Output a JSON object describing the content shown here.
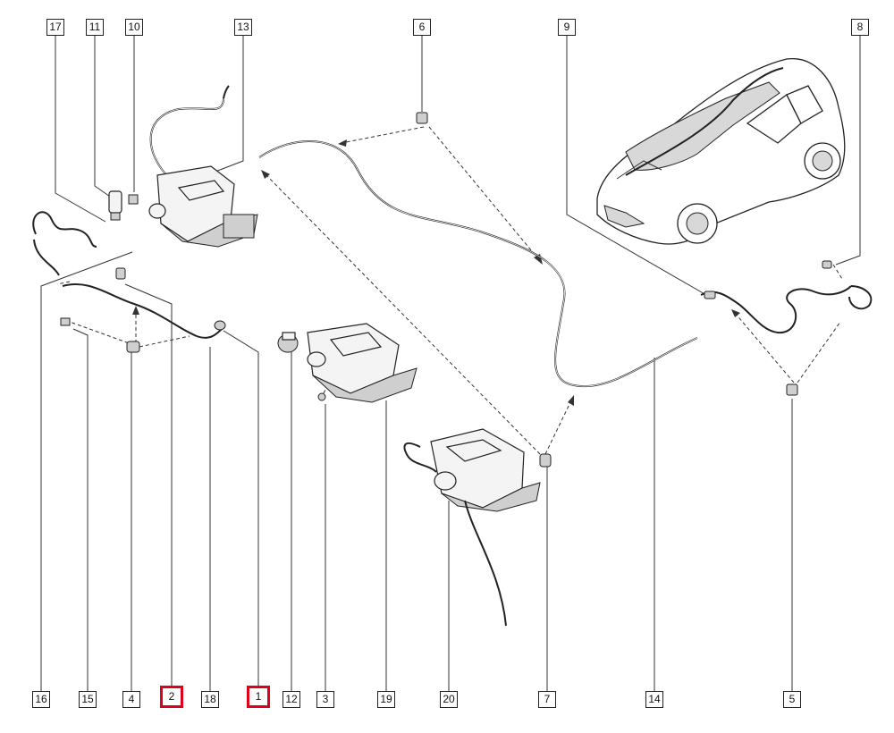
{
  "callouts": {
    "c17": "17",
    "c11": "11",
    "c10": "10",
    "c13": "13",
    "c6": "6",
    "c9": "9",
    "c8": "8",
    "c16": "16",
    "c15": "15",
    "c4": "4",
    "c2": "2",
    "c18": "18",
    "c1": "1",
    "c12": "12",
    "c3": "3",
    "c19": "19",
    "c20": "20",
    "c7": "7",
    "c14": "14",
    "c5": "5"
  },
  "highlight_color": "#e0001b"
}
